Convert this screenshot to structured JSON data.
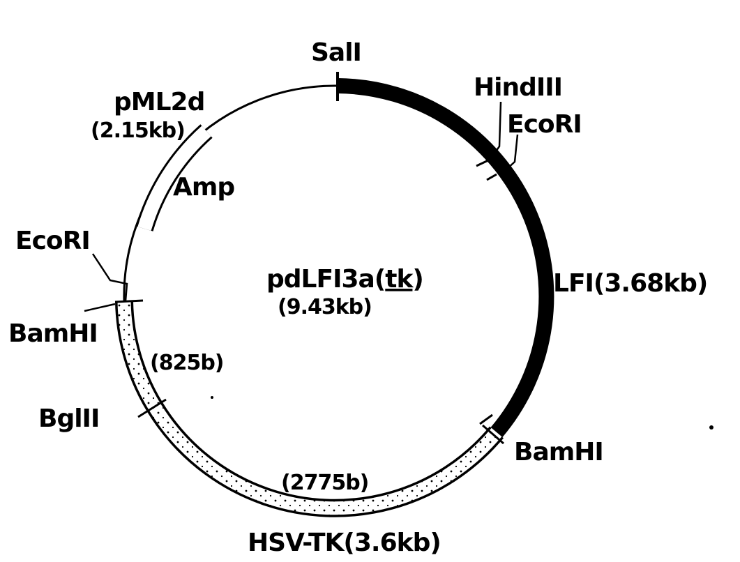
{
  "diagram": {
    "type": "plasmid-map",
    "plasmid": {
      "name": "pdLFI3a(tk)",
      "size": "(9.43kb)"
    },
    "segments": [
      {
        "id": "lfi",
        "label": "LFI(3.68kb)",
        "style": "solid-thick"
      },
      {
        "id": "hsv-tk",
        "label": "HSV-TK(3.6kb)",
        "style": "dotted-band",
        "sub_labels": [
          "(825b)",
          "(2775b)"
        ]
      },
      {
        "id": "pml2d",
        "label": "pML2d",
        "size": "(2.15kb)",
        "style": "thin-line"
      },
      {
        "id": "amp",
        "label": "Amp",
        "style": "open-box"
      }
    ],
    "sites": [
      {
        "name": "SalI"
      },
      {
        "name": "HindIII"
      },
      {
        "name": "EcoRI",
        "position": "right"
      },
      {
        "name": "BamHI",
        "position": "right"
      },
      {
        "name": "BglII"
      },
      {
        "name": "BamHI",
        "position": "left"
      },
      {
        "name": "EcoRI",
        "position": "left"
      }
    ]
  },
  "labels": {
    "center_name": "pdLFI3a(",
    "center_tk": "tk",
    "center_close": ")",
    "center_size": "(9.43kb)",
    "sali": "SalI",
    "hindiii": "HindIII",
    "ecori_right": "EcoRI",
    "lfi": "LFI(3.68kb)",
    "bamhi_right": "BamHI",
    "hsvtk": "HSV-TK(3.6kb)",
    "b2775": "(2775b)",
    "bglii": "BglII",
    "b825": "(825b)",
    "bamhi_left": "BamHI",
    "ecori_left": "EcoRI",
    "amp": "Amp",
    "pml2d": "pML2d",
    "pml2d_size": "(2.15kb)"
  }
}
